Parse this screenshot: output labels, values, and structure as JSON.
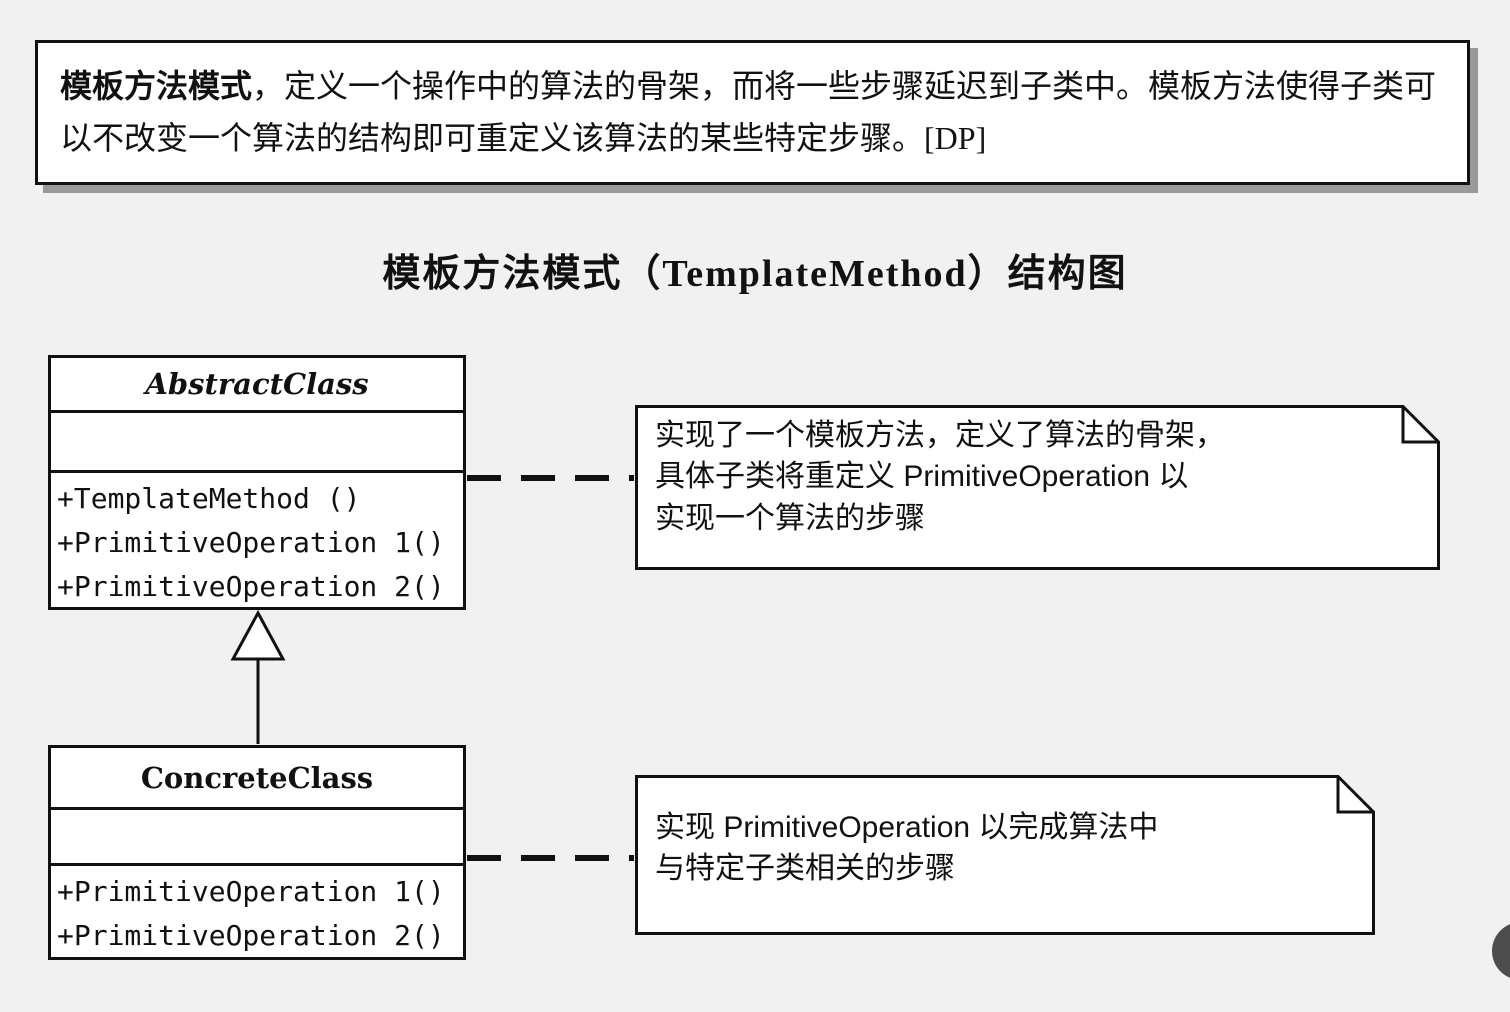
{
  "definition": {
    "bold_lead": "模板方法模式",
    "body": "，定义一个操作中的算法的骨架，而将一些步骤延迟到子类中。模板方法使得子类可以不改变一个算法的结构即可重定义该算法的某些特定步骤。[DP]"
  },
  "title": "模板方法模式（TemplateMethod）结构图",
  "diagram": {
    "abstract_class": {
      "name": "AbstractClass",
      "methods": [
        "+TemplateMethod ()",
        "+PrimitiveOperation 1()",
        "+PrimitiveOperation 2()"
      ]
    },
    "concrete_class": {
      "name": "ConcreteClass",
      "methods": [
        "+PrimitiveOperation 1()",
        "+PrimitiveOperation 2()"
      ]
    },
    "notes": {
      "abstract": "实现了一个模板方法，定义了算法的骨架，\n具体子类将重定义 PrimitiveOperation 以\n实现一个算法的步骤",
      "concrete": "实现 PrimitiveOperation 以完成算法中\n与特定子类相关的步骤"
    },
    "colors": {
      "line": "#111111",
      "box_fill": "#ffffff",
      "page_background": "#f1f1f1",
      "shadow": "#9a9a9a"
    }
  }
}
